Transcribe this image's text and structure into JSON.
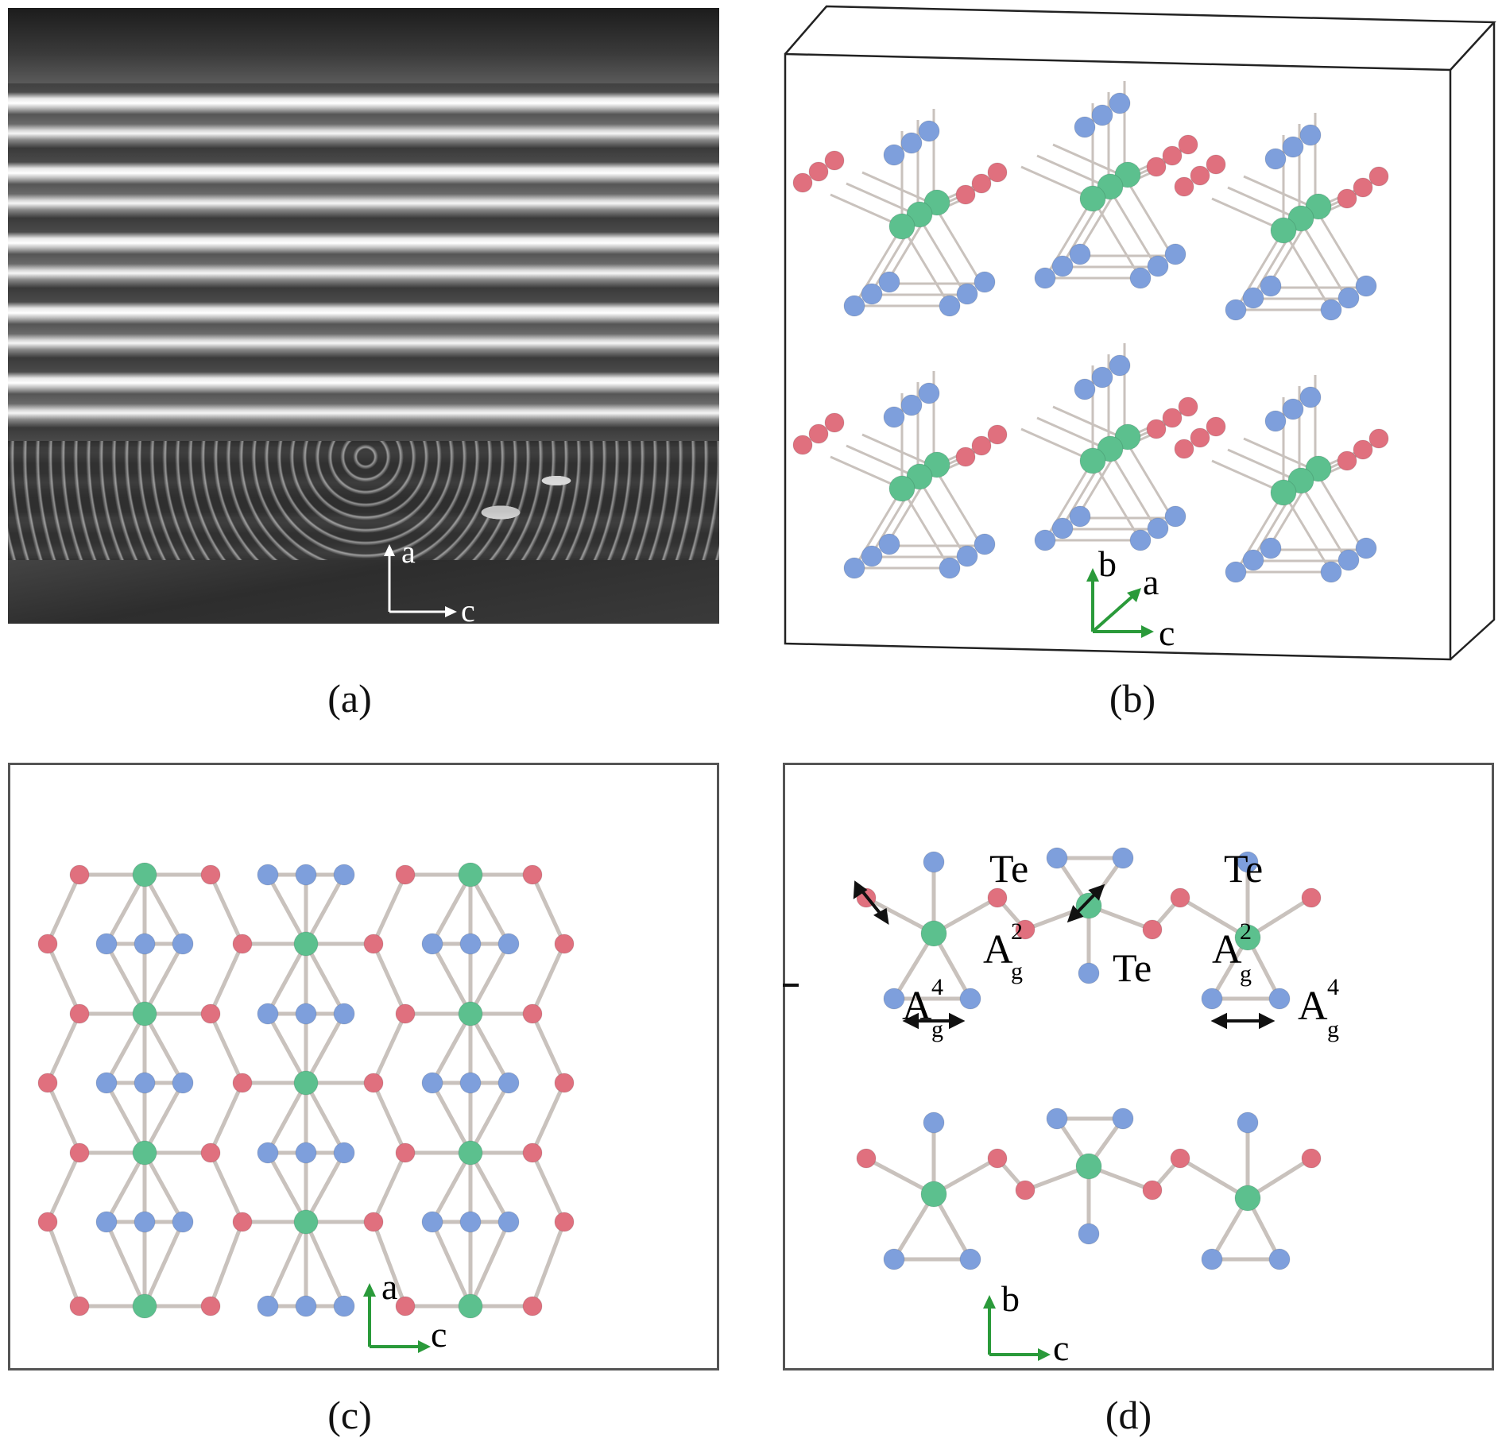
{
  "figure": {
    "panels": [
      {
        "id": "a",
        "caption": "(a)",
        "type": "micrograph",
        "axes": {
          "vertical": "a",
          "horizontal": "c"
        }
      },
      {
        "id": "b",
        "caption": "(b)",
        "type": "3d-crystal-structure",
        "axes": {
          "vertical": "b",
          "diagonal": "a",
          "horizontal": "c"
        }
      },
      {
        "id": "c",
        "caption": "(c)",
        "type": "crystal-projection",
        "axes": {
          "vertical": "a",
          "horizontal": "c"
        }
      },
      {
        "id": "d",
        "caption": "(d)",
        "type": "crystal-projection-modes",
        "axes": {
          "vertical": "b",
          "horizontal": "c"
        },
        "labels": {
          "te_left": "Te",
          "te_right": "Te",
          "te_center": "Te",
          "mode_a2_base": "A",
          "mode_a2_sup": "2",
          "mode_a2_sub": "g",
          "mode_a4_base": "A",
          "mode_a4_sup": "4",
          "mode_a4_sub": "g"
        }
      }
    ]
  },
  "colors": {
    "atom_red": "#e0707e",
    "atom_blue": "#7e9fdc",
    "atom_green": "#5cc08e",
    "bond": "#c9c2bd",
    "axis_green": "#2a9a3a",
    "frame": "#555555"
  }
}
